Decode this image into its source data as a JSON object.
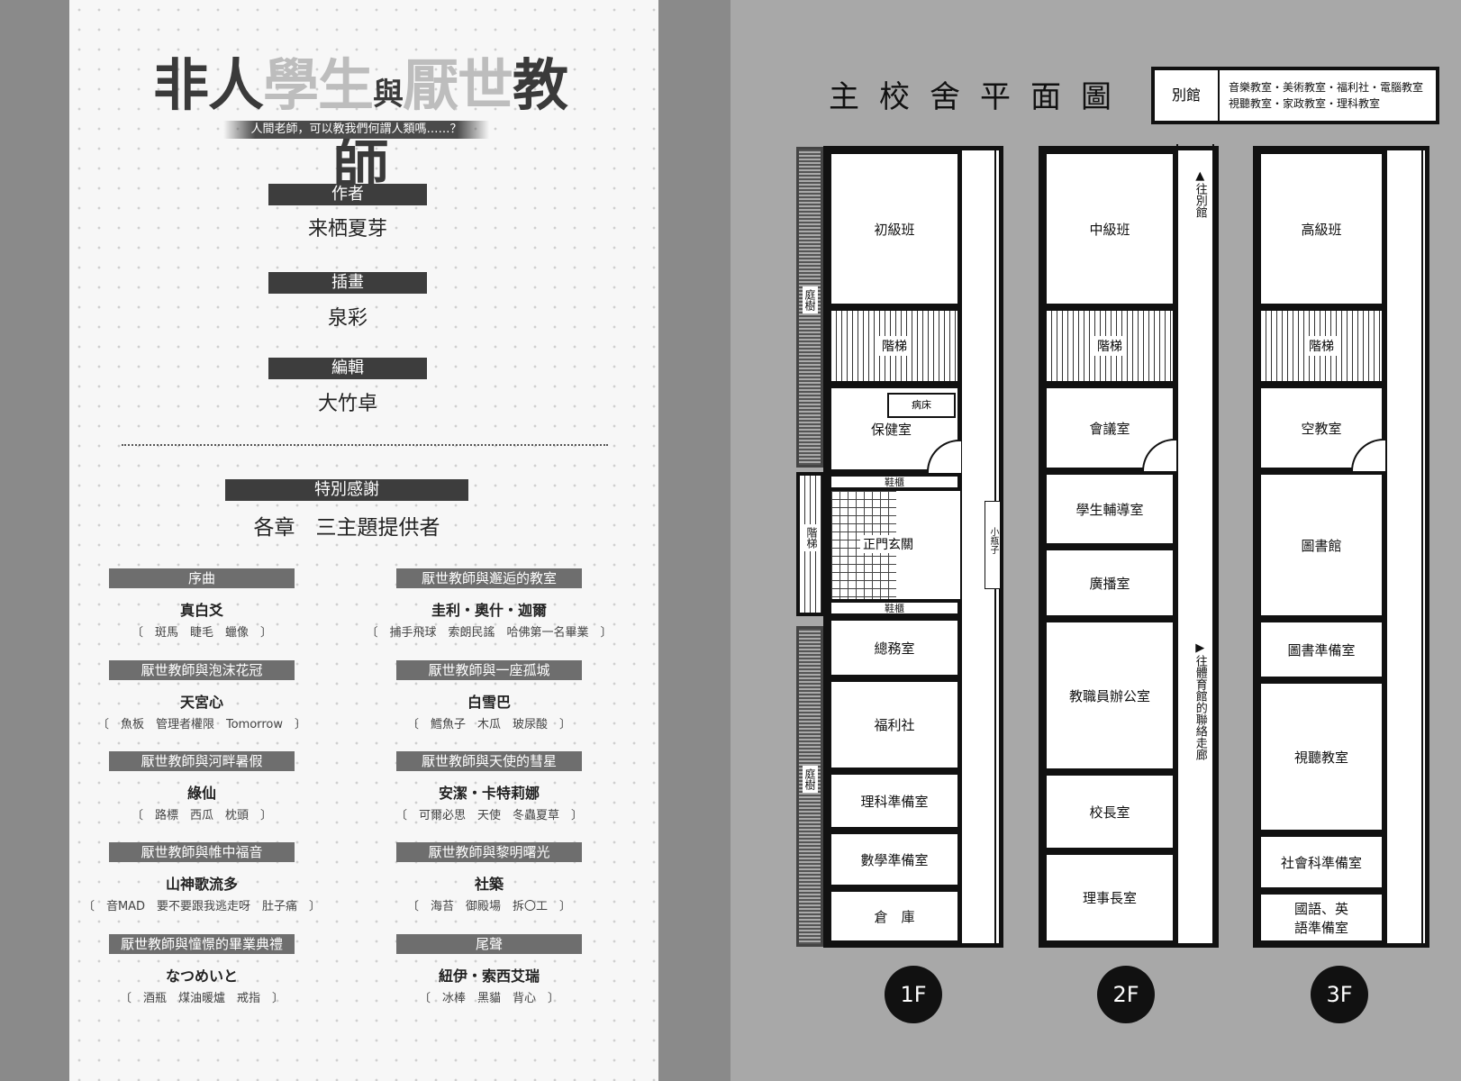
{
  "book": {
    "title_part1": "非人",
    "title_part2": "學生",
    "title_part3": "與",
    "title_part4": "厭世",
    "title_part5": "教師",
    "subtitle": "人間老師，可以教我們何謂人類嗎……？"
  },
  "credits": [
    {
      "label": "作者",
      "value": "来栖夏芽"
    },
    {
      "label": "插畫",
      "value": "泉彩"
    },
    {
      "label": "編輯",
      "value": "大竹卓"
    }
  ],
  "thanks": {
    "label": "特別感謝",
    "value": "各章　三主題提供者"
  },
  "chapters": [
    {
      "title": "序曲",
      "name": "真白爻",
      "keywords": "〔　斑馬　睫毛　蠟像　〕"
    },
    {
      "title": "厭世教師與邂逅的教室",
      "name": "圭利・奧什・迦爾",
      "keywords": "〔　捕手飛球　索朗民謠　哈佛第一名畢業　〕"
    },
    {
      "title": "厭世教師與泡沫花冠",
      "name": "天宮心",
      "keywords": "〔　魚板　管理者權限　Tomorrow　〕"
    },
    {
      "title": "厭世教師與一座孤城",
      "name": "白雪巴",
      "keywords": "〔　鱈魚子　木瓜　玻尿酸　〕"
    },
    {
      "title": "厭世教師與河畔暑假",
      "name": "綠仙",
      "keywords": "〔　路標　西瓜　枕頭　〕"
    },
    {
      "title": "厭世教師與天使的彗星",
      "name": "安潔・卡特莉娜",
      "keywords": "〔　可爾必思　天使　冬蟲夏草　〕"
    },
    {
      "title": "厭世教師與帷中福音",
      "name": "山神歌流多",
      "keywords": "〔　音MAD　要不要跟我逃走呀　肚子痛　〕"
    },
    {
      "title": "厭世教師與黎明曙光",
      "name": "社築",
      "keywords": "〔　海苔　御殿場　拆〇工　〕"
    },
    {
      "title": "厭世教師與憧憬的畢業典禮",
      "name": "なつめいと",
      "keywords": "〔　酒瓶　煤油暖爐　戒指　〕"
    },
    {
      "title": "尾聲",
      "name": "紐伊・索西艾瑞",
      "keywords": "〔　冰棒　黑貓　背心　〕"
    }
  ],
  "map": {
    "title": "主校舍平面圖",
    "annex_label": "別館",
    "annex_rooms_1": "音樂教室・美術教室・福利社・電腦教室",
    "annex_rooms_2": "視聽教室・家政教室・理科教室",
    "floors": [
      {
        "badge": "1F",
        "rooms": [
          "初級班",
          "保健室",
          "總務室",
          "福利社",
          "理科準備室",
          "數學準備室",
          "倉　庫"
        ],
        "stairs": "階梯",
        "bed": "病床",
        "entrance": "正門玄關",
        "shoe_rack_top": "鞋櫃",
        "shoe_rack_bottom": "鞋櫃",
        "garden_top": "庭樹",
        "garden_bottom": "庭樹",
        "stairs_outside": "階梯",
        "bottles": "小瓶子"
      },
      {
        "badge": "2F",
        "rooms": [
          "中級班",
          "會議室",
          "學生輔導室",
          "廣播室",
          "教職員辦公室",
          "校長室",
          "理事長室"
        ],
        "stairs": "階梯",
        "to_annex": "往別館",
        "to_gym": "往體育館的聯絡走廊"
      },
      {
        "badge": "3F",
        "rooms": [
          "高級班",
          "空教室",
          "圖書館",
          "圖書準備室",
          "視聽教室",
          "社會科準備室",
          "國語、英語準備室"
        ],
        "stairs": "階梯"
      }
    ]
  }
}
